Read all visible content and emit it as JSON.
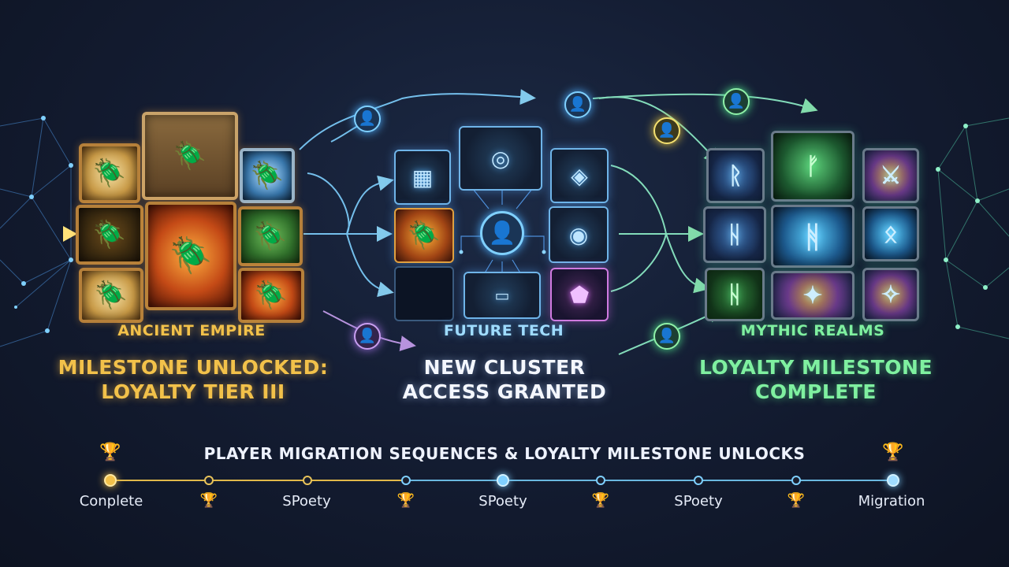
{
  "clusters": {
    "ancient": {
      "title": "ANCIENT EMPIRE",
      "milestone_line1": "MILESTONE UNLOCKED:",
      "milestone_line2": "LOYALTY TIER III",
      "accent": "#f2c14a"
    },
    "tech": {
      "title": "FUTURE TECH",
      "milestone_line1": "NEW CLUSTER",
      "milestone_line2": "ACCESS GRANTED",
      "accent": "#9fdcff"
    },
    "mythic": {
      "title": "MYTHIC REALMS",
      "milestone_line1": "LOYALTY MILESTONE",
      "milestone_line2": "COMPLETE",
      "accent": "#7ff0a0"
    }
  },
  "timeline": {
    "title": "PLAYER MIGRATION SEQUENCES & LOYALTY MILESTONE UNLOCKS",
    "labels": [
      "Conplete",
      "SPoety",
      "SPoety",
      "SPoety",
      "Migration"
    ]
  },
  "icons": {
    "scarab": "scarab-icon",
    "user": "user-icon",
    "trophy": "trophy-icon",
    "rune": "rune-icon"
  },
  "colors": {
    "gold": "#f2c14a",
    "blue": "#7fd0ff",
    "green": "#7ff0a0",
    "purple": "#c89ef0",
    "background": "#141d33"
  }
}
